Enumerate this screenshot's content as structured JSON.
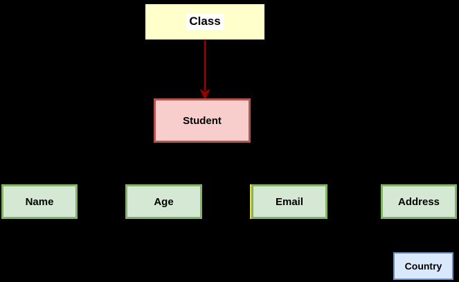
{
  "diagram": {
    "background_color": "#000000",
    "nodes": [
      {
        "id": "class",
        "label": "Class",
        "fill": "#FFFFCC",
        "border": "#000000",
        "label_background": "#FFFFFF"
      },
      {
        "id": "student",
        "label": "Student",
        "fill": "#F8CECC",
        "border": "#B85450"
      },
      {
        "id": "name",
        "label": "Name",
        "fill": "#D5E8D4",
        "border": "#82B366"
      },
      {
        "id": "age",
        "label": "Age",
        "fill": "#D5E8D4",
        "border": "#82B366"
      },
      {
        "id": "email",
        "label": "Email",
        "fill": "#D5E8D4",
        "border": "#82B366"
      },
      {
        "id": "address",
        "label": "Address",
        "fill": "#D5E8D4",
        "border": "#82B366"
      },
      {
        "id": "country",
        "label": "Country",
        "fill": "#DAE8FC",
        "border": "#6C8EBF"
      }
    ],
    "edges": [
      {
        "from": "class",
        "to": "student",
        "color": "#990000",
        "style": "solid-arrow"
      }
    ],
    "artifacts": [
      {
        "id": "yellow-line-left-of-email",
        "color": "#E8E829"
      }
    ]
  }
}
